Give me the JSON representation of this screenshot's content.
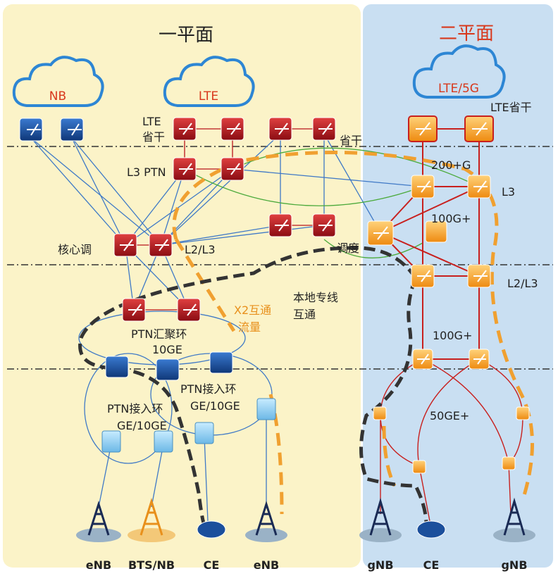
{
  "planes": {
    "plane1_title": "一平面",
    "plane2_title": "二平面"
  },
  "clouds": {
    "nb": "NB",
    "lte": "LTE",
    "lte5g": "LTE/5G"
  },
  "labels": {
    "lte_prov_1": "LTE",
    "lte_prov_2": "省干",
    "prov_trunk": "省干",
    "l3_ptn": "L3 PTN",
    "core_dispatch": "核心调",
    "l2l3_left": "L2/L3",
    "lte_prov_right": "LTE省干",
    "g200": "200+G",
    "l3_right": "L3",
    "g100_top": "100G+",
    "dispatch": "调度",
    "l2l3_right": "L2/L3",
    "local_line_1": "本地专线",
    "local_line_2": "互通",
    "x2_1": "X2互通",
    "x2_2": "流量",
    "ptn_agg_1": "PTN汇聚环",
    "ptn_agg_2": "10GE",
    "ptn_acc1_1": "PTN接入环",
    "ptn_acc1_2": "GE/10GE",
    "ptn_acc2_1": "PTN接入环",
    "ptn_acc2_2": "GE/10GE",
    "g100_bottom": "100G+",
    "g50": "50GE+"
  },
  "bottom_labels": [
    "eNB",
    "BTS/NB",
    "CE",
    "eNB",
    "gNB",
    "CE",
    "gNB"
  ],
  "colors": {
    "plane1_bg": "#fbf3c8",
    "plane2_bg": "#c9dff2",
    "red_router": "#b8141c",
    "orange_router": "#f39a1e",
    "blue_switch": "#1b4f9c",
    "orange_dash": "#f0a030",
    "black_dash": "#333333",
    "cloud_blue": "#2d86d4"
  }
}
